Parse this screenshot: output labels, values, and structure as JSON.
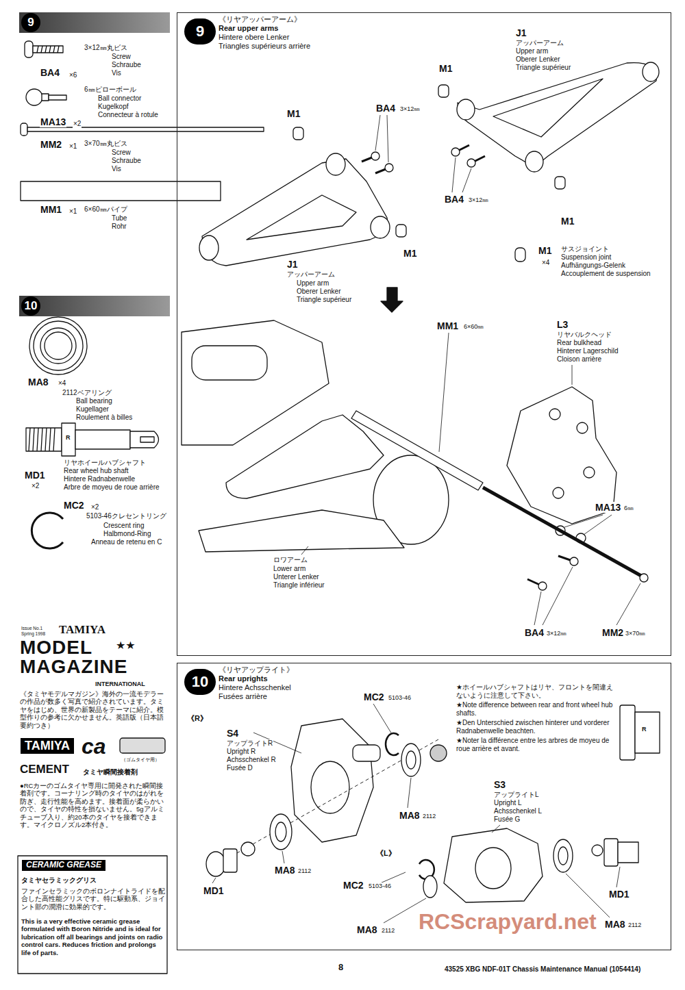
{
  "diagram": {
    "nodes": [
      {
        "text": [
          "9"
        ]
      },
      {
        "text": [
          "10"
        ]
      },
      {
        "text": [
          "《リヤアッパーアーム》",
          "Rear upper arms",
          "Hintere obere Lenker",
          "Triangles supérieurs arrière"
        ]
      },
      {
        "text": [
          "9"
        ],
        "in": 2
      },
      {
        "text": [
          "《リヤアップライト》",
          "Rear uprights",
          "Hintere Achsschenkel",
          "Fusées arrière"
        ]
      },
      {
        "text": [
          "10"
        ],
        "in": 4
      }
    ],
    "labels": [
      "BA4",
      "×6",
      "3×12㎜丸ビス",
      "Screw",
      "Schraube",
      "Vis",
      "MA13",
      "×2",
      "6㎜ピローボール",
      "Ball connector",
      "Kugelkopf",
      "Connecteur à rotule",
      "MM2",
      "×1",
      "3×70㎜丸ビス",
      "Screw",
      "Schraube",
      "Vis",
      "MM1",
      "×1",
      "6×60㎜パイプ",
      "Tube",
      "Rohr",
      "MA8",
      "×4",
      "2112ベアリング",
      "Ball bearing",
      "Kugellager",
      "Roulement à billes",
      "R",
      "リヤホイールハブシャフト",
      "Rear wheel hub shaft",
      "Hintere Radnabenwelle",
      "Arbre de moyeu de roue arrière",
      "MD1",
      "×2",
      "MC2",
      "×2",
      "5103-46クレセントリング",
      "Crescent ring",
      "Halbmond-Ring",
      "Anneau de retenu en C",
      "Issue No.1",
      "Spring 1998",
      "TAMIYA",
      "MODEL",
      "★★",
      "MAGAZINE",
      "INTERNATIONAL",
      "《タミヤモデルマガジン》海外の一流モデラーの作品が数多く写真で紹介されています。タミヤをはじめ、世界の新製品をテーマに紹介。模型作りの参考に欠かせません。英語版（日本語要約つき）",
      "TAMIYA",
      "ca",
      "CEMENT",
      "（ゴムタイヤ用）",
      "タミヤ瞬間接着剤",
      "●RCカーのゴムタイヤ専用に開発された瞬間接着剤です。コーナリング時のタイヤのはがれを防ぎ、走行性能を高めます。接着面が柔らかいので、タイヤの特性を損ないません。5gアルミチューブ入り、約20本のタイヤを接着できます。マイクロノズル2本付き。",
      "CERAMIC GREASE",
      "タミヤセラミックグリス",
      "ファインセラミックのボロンナイトライドを配合した高性能グリスです。特に駆動系、ジョイント部の潤滑に効果的です。",
      "This is a very effective ceramic grease formulated with Boron Nitride and is ideal for lubrication off all bearings and joints on radio control cars. Reduces friction and prolongs life of parts.",
      "M1",
      "BA4",
      "3×12㎜",
      "J1",
      "アッパーアーム",
      "Upper arm",
      "Oberer Lenker",
      "Triangle supérieur",
      "M1",
      "M1",
      "J1",
      "アッパーアーム",
      "Upper arm",
      "Oberer Lenker",
      "Triangle supérieur",
      "BA4",
      "3×12㎜",
      "M1",
      "M1",
      "×4",
      "サスジョイント",
      "Suspension joint",
      "Aufhängungs-Gelenk",
      "Accouplement de suspension",
      "MM1",
      "6×60㎜",
      "L3",
      "リヤバルクヘッド",
      "Rear bulkhead",
      "Hinterer Lagerschild",
      "Cloison arrière",
      "MA13",
      "6㎜",
      "ロワアーム",
      "Lower arm",
      "Unterer Lenker",
      "Triangle inférieur",
      "BA4",
      "3×12㎜",
      "MM2",
      "3×70㎜",
      "《R》",
      "MC2",
      "5103-46",
      "S4",
      "アップライトR",
      "Upright R",
      "Achsschenkel R",
      "Fusée D",
      "MA8",
      "2112",
      "MD1",
      "MA8",
      "2112",
      "★ホイールハブシャフトはリヤ、フロントを間違えないように注意して下さい。",
      "★Note difference between rear and front wheel hub shafts.",
      "★Den Unterschied zwischen hinterer und vorderer Radnabenwelle beachten.",
      "★Noter la différence entre les arbres de moyeu de roue arrière et avant.",
      "R",
      "S3",
      "アップライトL",
      "Upright L",
      "Achsschenkel L",
      "Fusée G",
      "《L》",
      "MD1",
      "MC2",
      "5103-46",
      "MA8",
      "2112",
      "MA8",
      "2112",
      "RCScrapyard.net",
      "8",
      "43525 XBG NDF-01T Chassis Maintenance Manual (1054414)"
    ]
  }
}
